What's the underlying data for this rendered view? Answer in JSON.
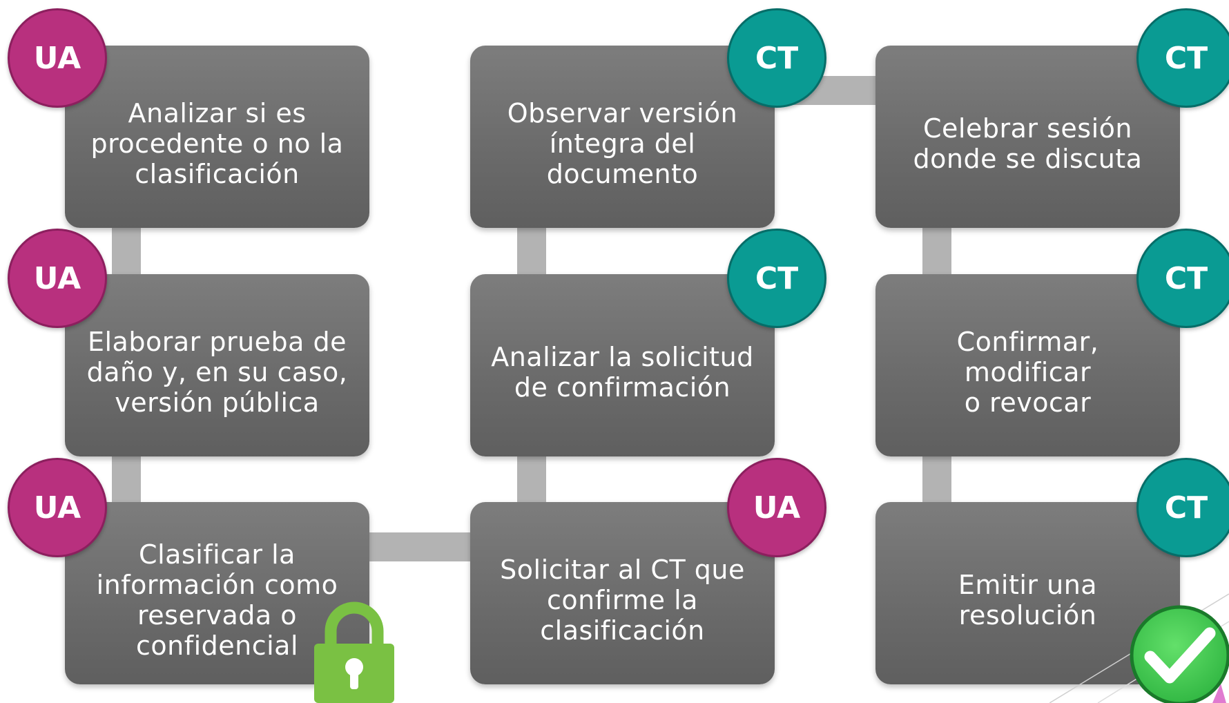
{
  "colors": {
    "card": "#6f6f6f",
    "connector": "#b3b3b3",
    "ua_badge": "#b8307e",
    "ct_badge": "#0a9b93",
    "lock": "#7ac143",
    "check": "#3fc84f"
  },
  "steps": [
    {
      "badge": "UA",
      "text": "Analizar si es\nprocedente o no la\nclasificación"
    },
    {
      "badge": "UA",
      "text": "Elaborar prueba de\ndaño y, en su caso,\nversión pública"
    },
    {
      "badge": "UA",
      "text": "Clasificar la\ninformación como\nreservada o\nconfidencial"
    },
    {
      "badge": "UA",
      "text": "Solicitar al CT que\nconfirme la\nclasificación"
    },
    {
      "badge": "CT",
      "text": "Analizar la solicitud\nde confirmación"
    },
    {
      "badge": "CT",
      "text": "Observar versión\níntegra del\ndocumento"
    },
    {
      "badge": "CT",
      "text": "Celebrar sesión\ndonde se discuta"
    },
    {
      "badge": "CT",
      "text": "Confirmar, modificar\no revocar"
    },
    {
      "badge": "CT",
      "text": "Emitir una\nresolución"
    }
  ],
  "icons": {
    "lock": "lock-icon",
    "check": "checkmark-icon"
  }
}
